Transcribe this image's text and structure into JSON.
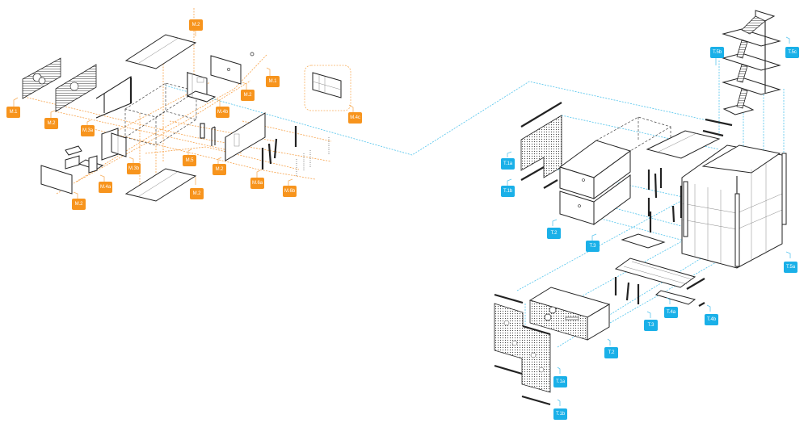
{
  "diagram": {
    "type": "exploded axonometric assembly diagram",
    "colors": {
      "m_series": "#f7941d",
      "t_series": "#1ab0e8",
      "linework": "#222222"
    },
    "m_series_labels": [
      {
        "id": "m1-left",
        "text": "M.1"
      },
      {
        "id": "m2-top",
        "text": "M.2"
      },
      {
        "id": "m1-right",
        "text": "M.1"
      },
      {
        "id": "m2-panel",
        "text": "M.2"
      },
      {
        "id": "m2-left",
        "text": "M.2"
      },
      {
        "id": "m3a",
        "text": "M.3a"
      },
      {
        "id": "m4b",
        "text": "M.4b"
      },
      {
        "id": "m4c",
        "text": "M.4c"
      },
      {
        "id": "m5",
        "text": "M.5"
      },
      {
        "id": "m2-mid",
        "text": "M.2"
      },
      {
        "id": "m3b",
        "text": "M.3b"
      },
      {
        "id": "m4a",
        "text": "M.4a"
      },
      {
        "id": "m6a",
        "text": "M.6a"
      },
      {
        "id": "m6b",
        "text": "M.6b"
      },
      {
        "id": "m2-floor",
        "text": "M.2"
      },
      {
        "id": "m2-bottom",
        "text": "M.2"
      }
    ],
    "t_series_labels": [
      {
        "id": "t5b",
        "text": "T.5b"
      },
      {
        "id": "t5c",
        "text": "T.5c"
      },
      {
        "id": "t1a-top",
        "text": "T.1a"
      },
      {
        "id": "t1b-top",
        "text": "T.1b"
      },
      {
        "id": "t2-top",
        "text": "T.2"
      },
      {
        "id": "t3-top",
        "text": "T.3"
      },
      {
        "id": "t5a",
        "text": "T.5a"
      },
      {
        "id": "t4a",
        "text": "T.4a"
      },
      {
        "id": "t4b",
        "text": "T.4b"
      },
      {
        "id": "t3-bottom",
        "text": "T.3"
      },
      {
        "id": "t2-bottom",
        "text": "T.2"
      },
      {
        "id": "t1a-bottom",
        "text": "T.1a"
      },
      {
        "id": "t1b-bottom",
        "text": "T.1b"
      }
    ]
  }
}
